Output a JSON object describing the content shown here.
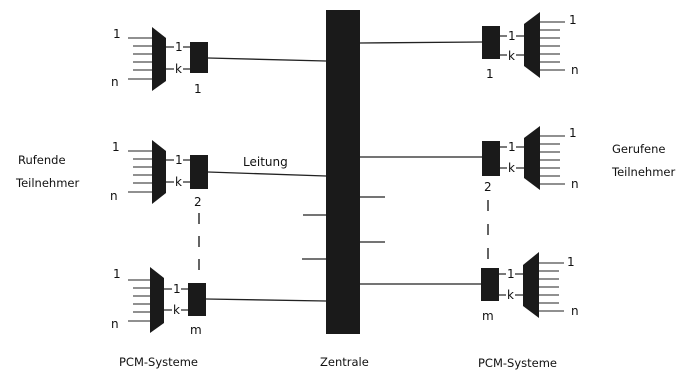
{
  "side_labels": {
    "left": [
      "Rufende",
      "Teilnehmer"
    ],
    "right": [
      "Gerufene",
      "Teilnehmer"
    ]
  },
  "bottom_labels": {
    "left": "PCM-Systeme",
    "center": "Zentrale",
    "right": "PCM-Systeme"
  },
  "line_label": "Leitung",
  "input_labels": {
    "first": "1",
    "last": "n"
  },
  "channel_labels": {
    "first": "1",
    "last": "k"
  },
  "left_units": [
    "1",
    "2",
    "m"
  ],
  "right_units": [
    "1",
    "2",
    "m"
  ]
}
